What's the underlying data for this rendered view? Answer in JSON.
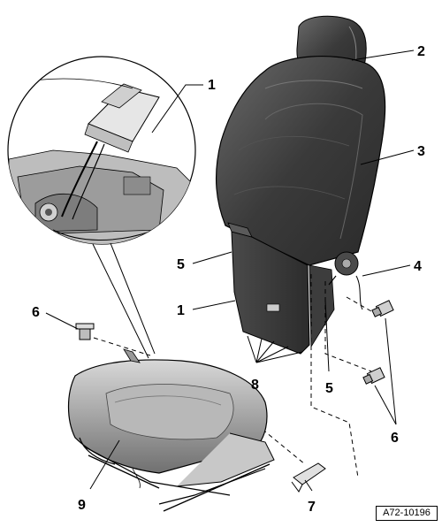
{
  "diagram": {
    "callouts": {
      "headrest": "2",
      "backrest": "3",
      "buckle_inset": "1",
      "buckle_back": "1",
      "frame_bracket_left": "5",
      "frame_bracket_right": "5",
      "hinge_cover": "4",
      "bolt_left": "6",
      "bolts_right": "6",
      "backrest_panel_bolts": "8",
      "seat_cushion": "9",
      "clip": "7"
    },
    "reference": "A72-10196"
  },
  "colors": {
    "line": "#000000",
    "shade_dark": "#3a3a3a",
    "shade_mid": "#8a8a8a",
    "shade_light": "#cfcfcf",
    "background": "#ffffff"
  }
}
